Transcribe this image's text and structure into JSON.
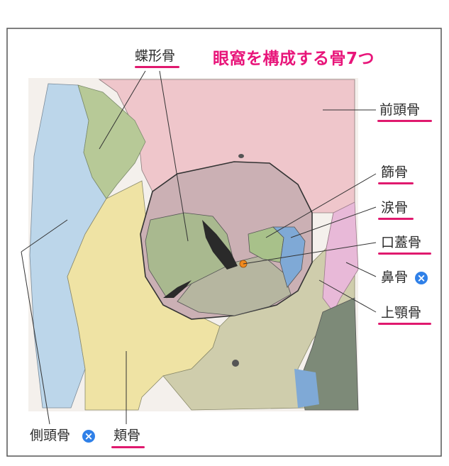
{
  "title": "眼窩を構成する骨7つ",
  "labels": {
    "sphenoid": "蝶形骨",
    "frontal": "前頭骨",
    "ethmoid": "篩骨",
    "lacrimal": "涙骨",
    "palatine": "口蓋骨",
    "nasal": "鼻骨",
    "maxilla": "上顎骨",
    "temporal": "側頭骨",
    "zygomatic": "頬骨"
  },
  "marks": {
    "not_included": "×"
  },
  "colors": {
    "frontal": "#efc6cb",
    "sphenoid": "#b7c997",
    "temporal": "#bcd6ea",
    "zygomatic": "#efe3a4",
    "maxilla": "#c9c9a6",
    "lacrimal": "#7fa9d6",
    "nasal": "#e8b9d8",
    "highlight": "#e0196e",
    "x_mark": "#2f80e8"
  }
}
